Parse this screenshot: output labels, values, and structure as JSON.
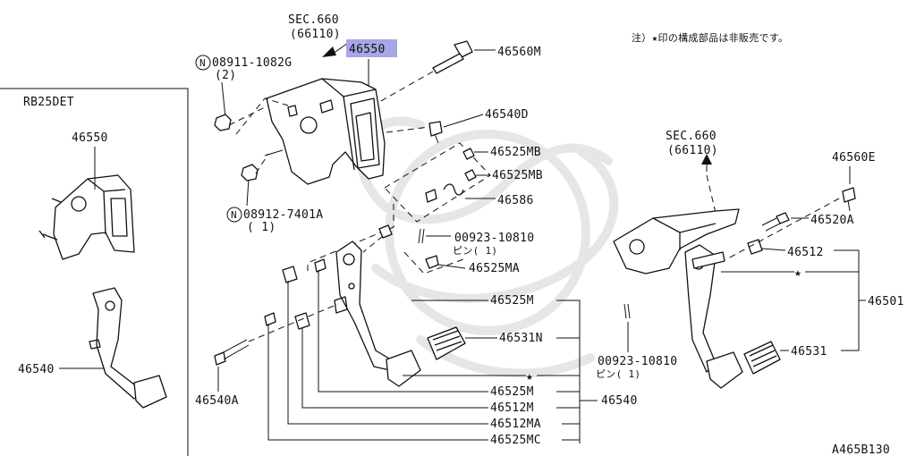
{
  "note": "注）★印の構成部品は非販売です。",
  "inset_engine": "RB25DET",
  "drawing_code": "A465B130",
  "sec_left": {
    "sec": "SEC.660",
    "ref": "(66110)"
  },
  "sec_right": {
    "sec": "SEC.660",
    "ref": "(66110)"
  },
  "labels": {
    "p46550_main": "46550",
    "p46550_inset": "46550",
    "p46540_inset": "46540",
    "p08911": "08911-1082G",
    "p08911_qty": "(2)",
    "p08912": "08912-7401A",
    "p08912_qty": "( 1)",
    "p46560M": "46560M",
    "p46540D": "46540D",
    "p46525MB_1": "46525MB",
    "p46525MB_2": "46525MB",
    "p46586": "46586",
    "p00923_left": "00923-10810",
    "p00923_left_sub": "ピン( 1)",
    "p46525MA": "46525MA",
    "p46525M_1": "46525M",
    "p46531N": "46531N",
    "star_mid": "★",
    "p46525M_2": "46525M",
    "p46540": "46540",
    "p46512M": "46512M",
    "p46512MA": "46512MA",
    "p46525MC": "46525MC",
    "p46540A": "46540A",
    "p46560E": "46560E",
    "p46520A": "46520A",
    "p46512": "46512",
    "star_right": "★",
    "p46501": "46501",
    "p46531": "46531",
    "p00923_right": "00923-10810",
    "p00923_right_sub": "ピン( 1)"
  }
}
